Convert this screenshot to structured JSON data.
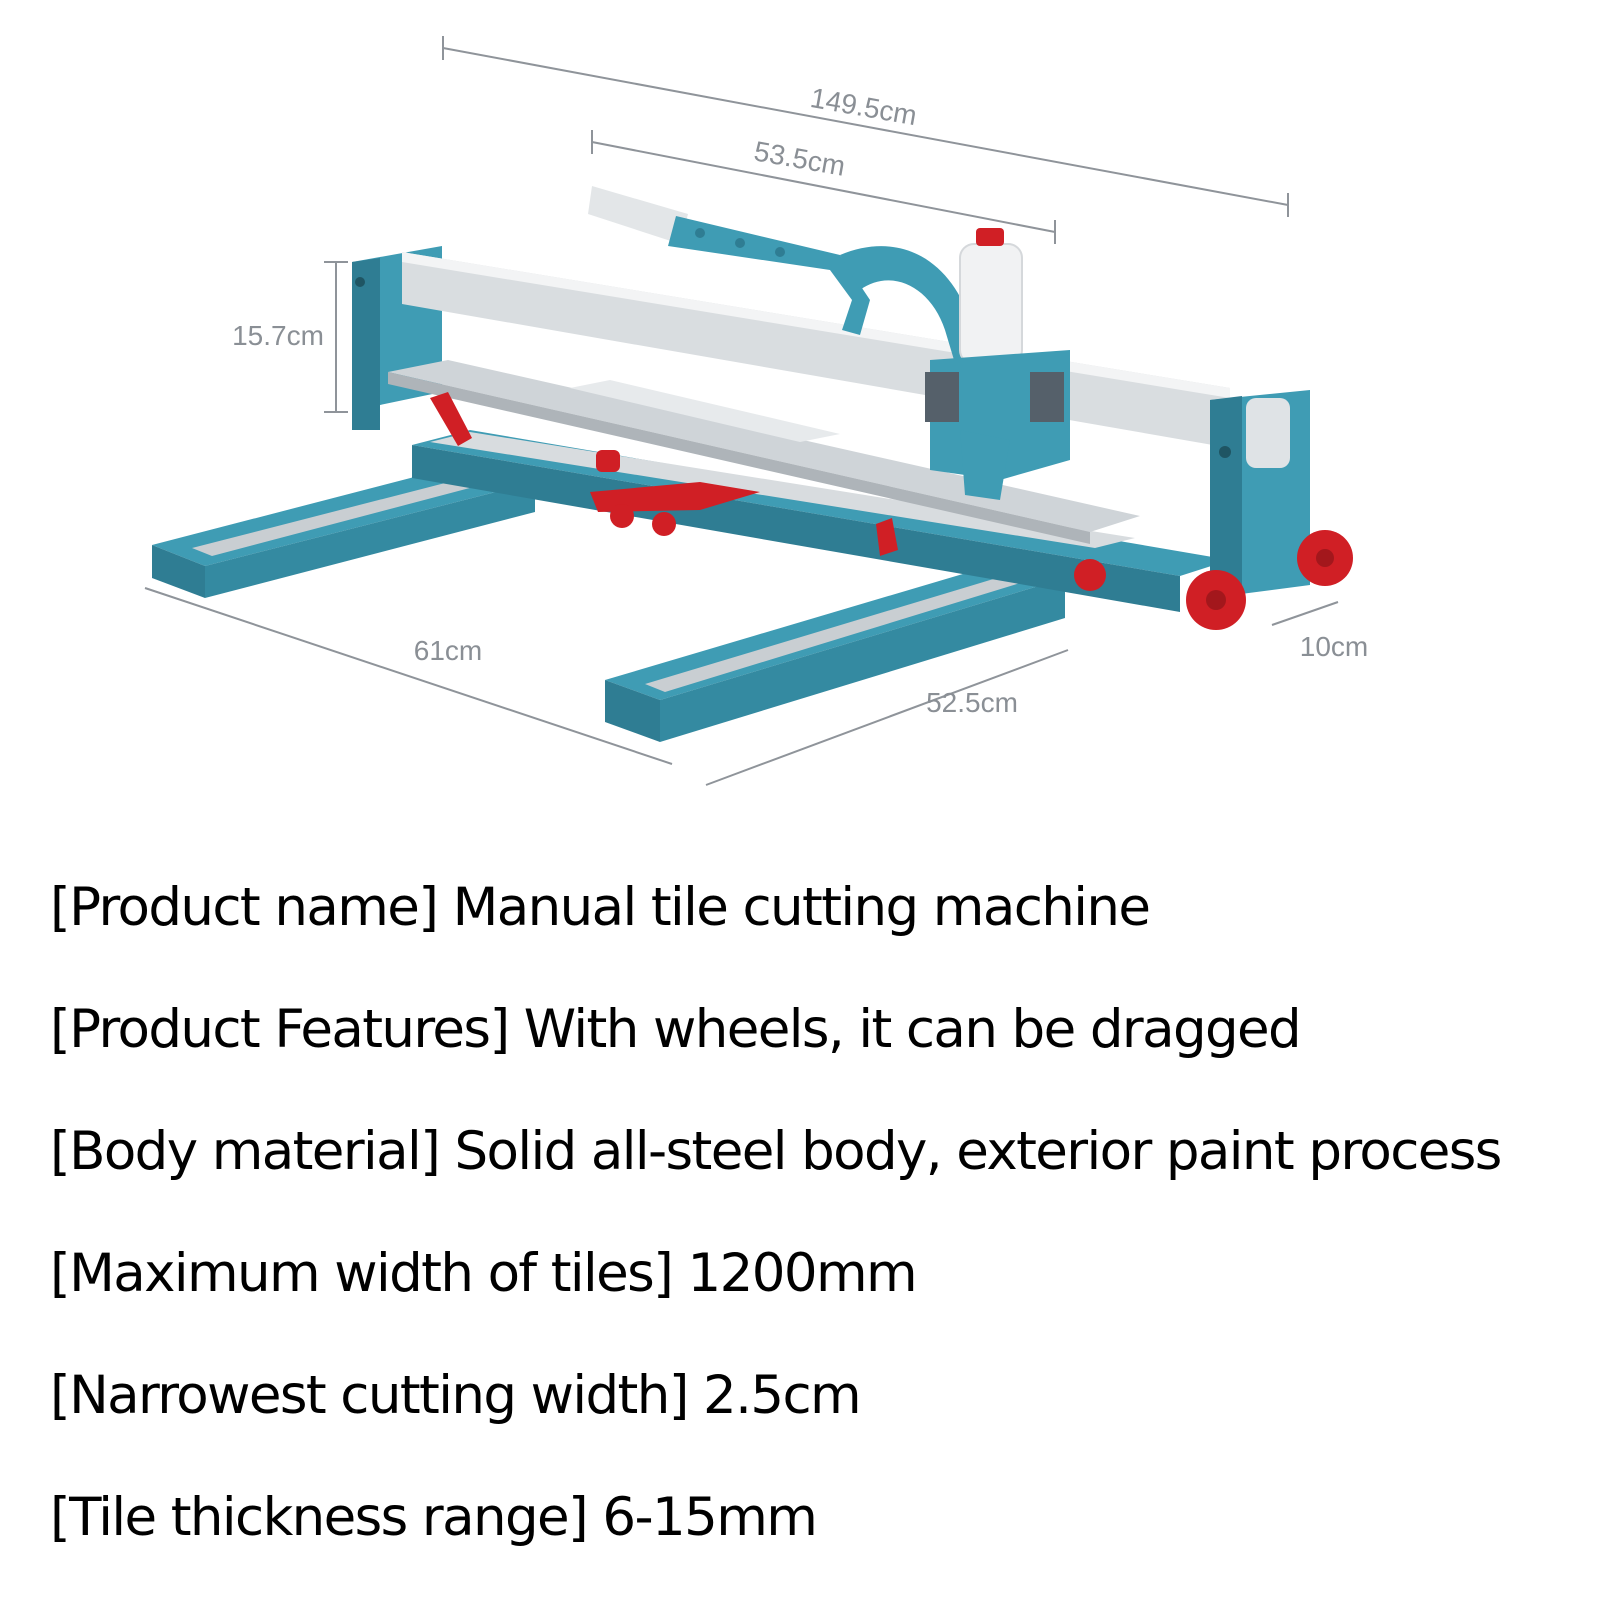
{
  "figure": {
    "dimensions": {
      "overall_length": "149.5cm",
      "handle_length": "53.5cm",
      "height": "15.7cm",
      "base_depth": "61cm",
      "front_length": "52.5cm",
      "wheel_size": "10cm"
    },
    "colors": {
      "frame": "#3f9cb4",
      "frame_dark": "#2f7d93",
      "rail": "#d8dcdf",
      "accent": "#d01f25",
      "dimension": "#8a8f95"
    }
  },
  "specs": [
    "[Product name] Manual tile cutting machine",
    "[Product Features] With wheels, it can be dragged",
    "[Body material] Solid all-steel body, exterior paint process",
    "[Maximum width of tiles] 1200mm",
    "[Narrowest cutting width] 2.5cm",
    "[Tile thickness range] 6-15mm"
  ]
}
